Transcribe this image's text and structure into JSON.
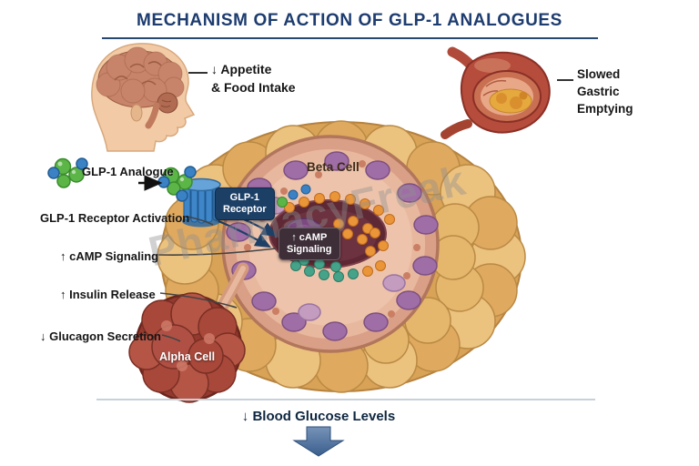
{
  "title": "MECHANISM OF ACTION OF GLP-1 ANALOGUES",
  "watermark": "PharmacyFreak",
  "brain": {
    "line1": "↓ Appetite",
    "line2": "& Food Intake"
  },
  "stomach": {
    "line1": "Slowed",
    "line2": "Gastric",
    "line3": "Emptying"
  },
  "pathway": {
    "analogue": "GLP-1 Analogue",
    "receptor_activation": "GLP-1 Receptor Activation",
    "camp": "↑ cAMP Signaling",
    "insulin": "↑ Insulin Release",
    "glucagon": "↓ Glucagon Secretion"
  },
  "islet": {
    "beta_cell": "Beta Cell",
    "receptor_badge": {
      "line1": "GLP-1",
      "line2": "Receptor"
    },
    "camp_badge": {
      "line1": "↑ cAMP",
      "line2": "Signaling"
    },
    "alpha_cell": "Alpha Cell"
  },
  "outcome": "↓ Blood Glucose Levels",
  "colors": {
    "title_navy": "#1d3c6f",
    "badge_navy": "#1c3f66",
    "badge_dark": "#3d2e38",
    "arrow_steel_blue": "#4a6d99",
    "islet_gold": "#dfa95f",
    "islet_pink": "#e8b89e",
    "insulin_orange": "#ea9538",
    "glp1_green": "#5cb547",
    "receptor_blue": "#3f86c8",
    "alpha_red": "#93392e"
  }
}
